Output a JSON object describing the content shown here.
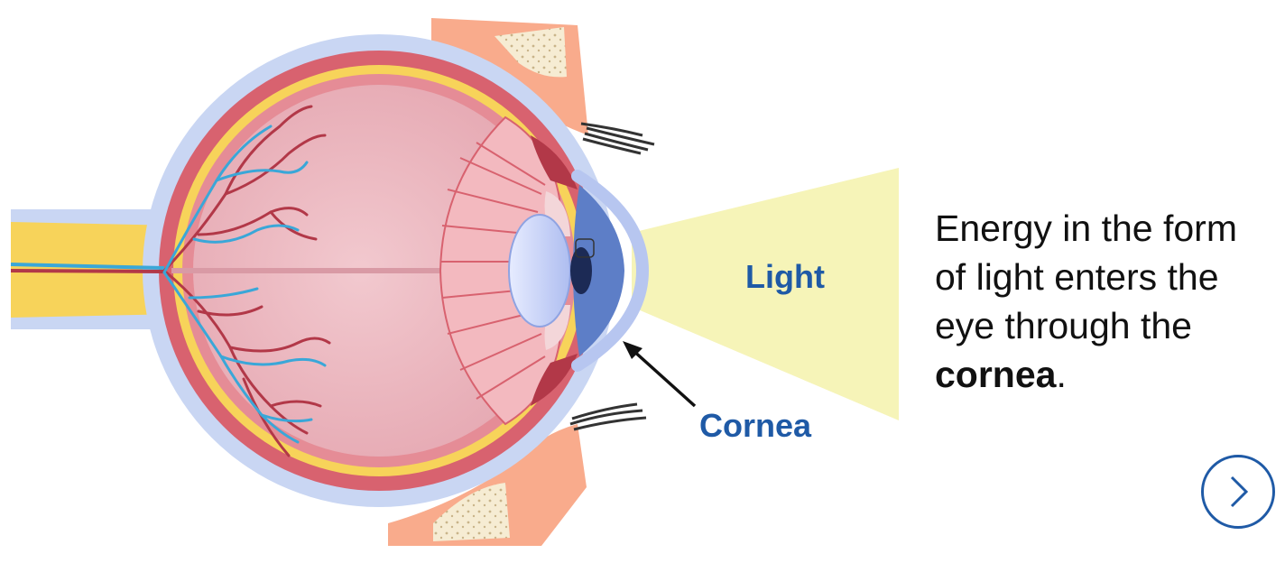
{
  "labels": {
    "light": "Light",
    "cornea": "Cornea"
  },
  "caption": {
    "line1": "Energy in the form",
    "line2": "of light enters the",
    "line3": "eye through the",
    "emphasis": "cornea",
    "suffix": "."
  },
  "controls": {
    "next_icon": "chevron-right-icon"
  },
  "colors": {
    "label_blue": "#1f5aa6",
    "light_beam": "#f6f4b8",
    "sclera_outer": "#c9d6f3",
    "choroid": "#d8626f",
    "retina_yellow": "#f7d35a",
    "vitreous": "#eab4bc",
    "artery": "#b23848",
    "vein": "#3aa7d8",
    "eyelid": "#f9ab8c"
  }
}
